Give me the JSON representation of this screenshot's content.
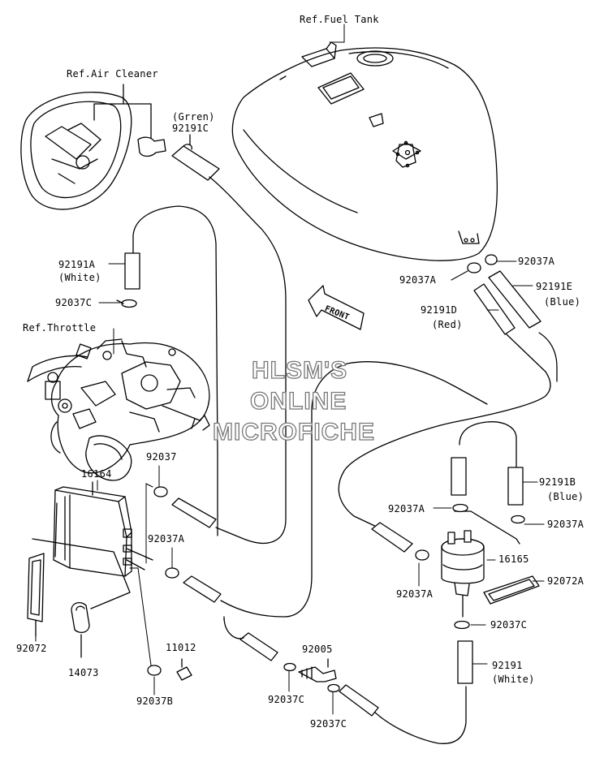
{
  "refs": {
    "fuel_tank": "Ref.Fuel Tank",
    "air_cleaner": "Ref.Air Cleaner",
    "throttle": "Ref.Throttle"
  },
  "front_label": "FRONT",
  "watermark": {
    "line1": "HLSM'S",
    "line2": "ONLINE",
    "line3": "MICROFICHE"
  },
  "parts": {
    "p92191c": "92191C",
    "p92191c_color": "(Grren)",
    "p92191a": "92191A",
    "p92191a_color": "(White)",
    "p92037c_left": "92037C",
    "p92037a_tank_right": "92037A",
    "p92037a_tank_left": "92037A",
    "p92191e": "92191E",
    "p92191e_color": "(Blue)",
    "p92191d": "92191D",
    "p92191d_color": "(Red)",
    "p92037": "92037",
    "p16164": "16164",
    "p92037a_left": "92037A",
    "p92191b": "92191B",
    "p92191b_color": "(Blue)",
    "p92037a_filter_top": "92037A",
    "p92037a_filter_right": "92037A",
    "p16165": "16165",
    "p92037a_filter_left": "92037A",
    "p92072a": "92072A",
    "p92037c_filter": "92037C",
    "p92072": "92072",
    "p14073": "14073",
    "p11012": "11012",
    "p92005": "92005",
    "p92191": "92191",
    "p92191_color": "(White)",
    "p92037b": "92037B",
    "p92037c_bottom1": "92037C",
    "p92037c_bottom2": "92037C"
  }
}
